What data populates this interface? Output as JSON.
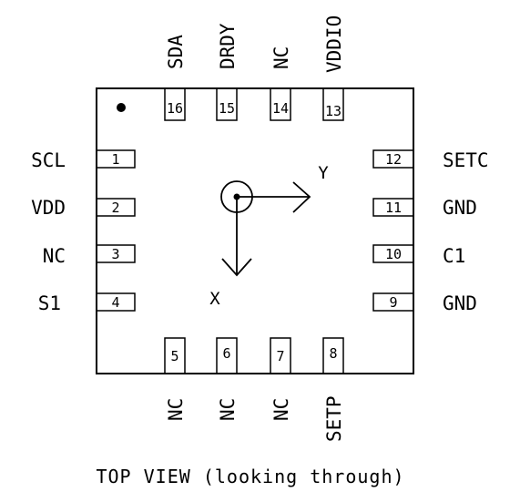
{
  "caption": "TOP VIEW (looking through)",
  "axes": {
    "x_label": "X",
    "y_label": "Y"
  },
  "pins": {
    "top": [
      {
        "num": "16",
        "name": "SDA"
      },
      {
        "num": "15",
        "name": "DRDY"
      },
      {
        "num": "14",
        "name": "NC"
      },
      {
        "num": "13",
        "name": "VDDIO"
      }
    ],
    "left": [
      {
        "num": "1",
        "name": "SCL"
      },
      {
        "num": "2",
        "name": "VDD"
      },
      {
        "num": "3",
        "name": "NC"
      },
      {
        "num": "4",
        "name": "S1"
      }
    ],
    "right": [
      {
        "num": "12",
        "name": "SETC"
      },
      {
        "num": "11",
        "name": "GND"
      },
      {
        "num": "10",
        "name": "C1"
      },
      {
        "num": "9",
        "name": "GND"
      }
    ],
    "bottom": [
      {
        "num": "5",
        "name": "NC"
      },
      {
        "num": "6",
        "name": "NC"
      },
      {
        "num": "7",
        "name": "NC"
      },
      {
        "num": "8",
        "name": "SETP"
      }
    ]
  }
}
